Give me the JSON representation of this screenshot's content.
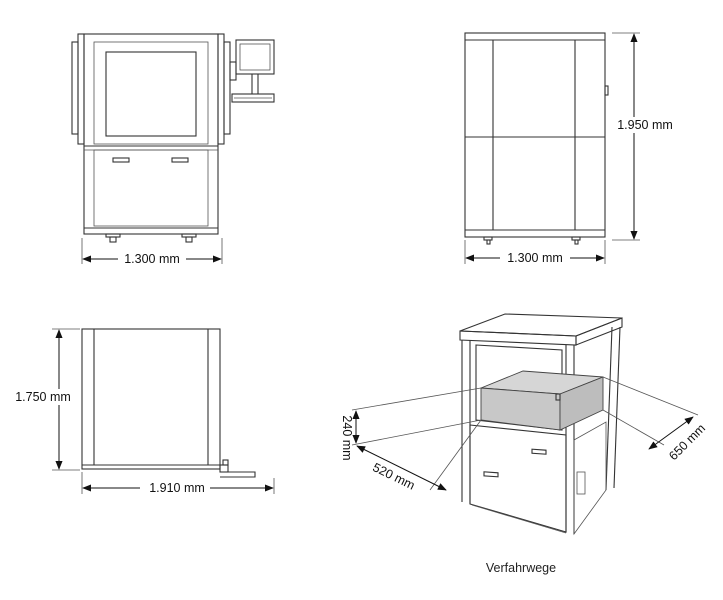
{
  "views": {
    "front": {
      "width_label": "1.300 mm"
    },
    "rear": {
      "width_label": "1.300 mm",
      "height_label": "1.950 mm"
    },
    "side": {
      "height_label": "1.750 mm",
      "depth_label": "1.910 mm"
    },
    "travel": {
      "z_label": "240 mm",
      "x_label": "520 mm",
      "y_label": "650 mm",
      "caption": "Verfahrwege"
    }
  },
  "colors": {
    "line": "#333333",
    "travel_box": "#c8c8c8",
    "window": "#f4f4f4"
  }
}
